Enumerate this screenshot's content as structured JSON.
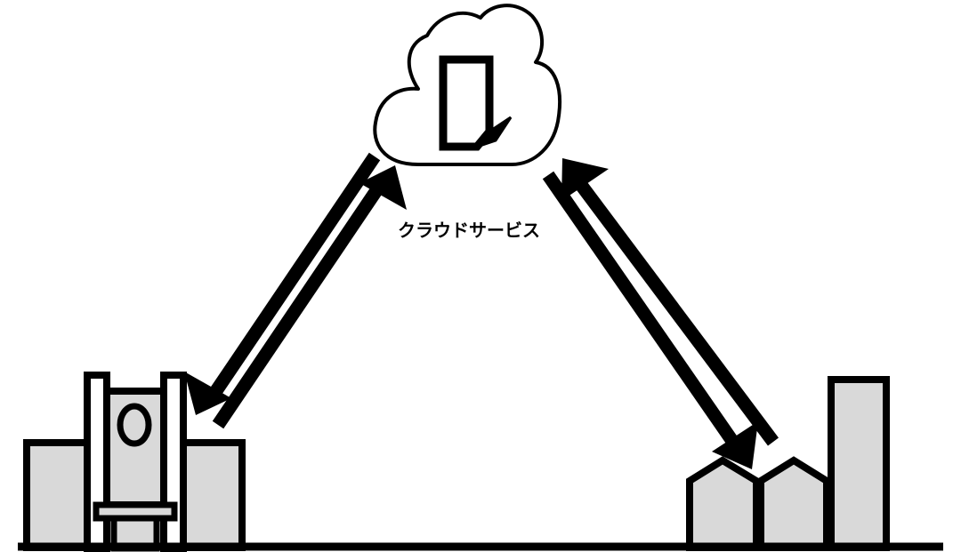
{
  "cloud": {
    "label": "クラウドサービス",
    "icon": "document-icon"
  },
  "left_site": {
    "icon": "surveying-instrument-icon"
  },
  "right_site": {
    "icon": "houses-and-building-icon"
  },
  "connections": [
    {
      "from": "cloud",
      "to": "left_site",
      "type": "bidirectional"
    },
    {
      "from": "cloud",
      "to": "right_site",
      "type": "bidirectional"
    }
  ],
  "colors": {
    "stroke": "#000000",
    "fill_gray": "#d9d9d9",
    "background": "#ffffff"
  }
}
